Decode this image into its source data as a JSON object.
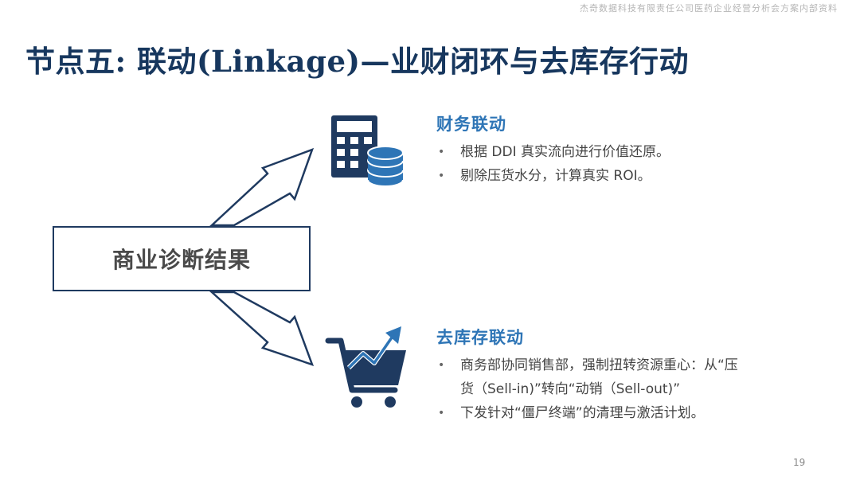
{
  "header": {
    "watermark": "杰奇数据科技有限责任公司医药企业经营分析会方案内部资料",
    "title": "节点五: 联动(Linkage)—业财闭环与去库存行动"
  },
  "diagram": {
    "center_box_label": "商业诊断结果",
    "icons": {
      "top": "calculator-coins-icon",
      "bottom": "shopping-cart-trend-icon"
    },
    "colors": {
      "navy": "#1f3a60",
      "accent_blue": "#2e75b6"
    }
  },
  "finance": {
    "heading": "财务联动",
    "bullets": [
      "根据 DDI 真实流向进行价值还原。",
      "剔除压货水分，计算真实 ROI。"
    ]
  },
  "inventory": {
    "heading": "去库存联动",
    "bullets": [
      "商务部协同销售部，强制扭转资源重心：从“压",
      "货（Sell-in)”转向“动销（Sell-out)”",
      "下发针对“僵尸终端”的清理与激活计划。"
    ]
  },
  "footer": {
    "page_number": "19"
  }
}
